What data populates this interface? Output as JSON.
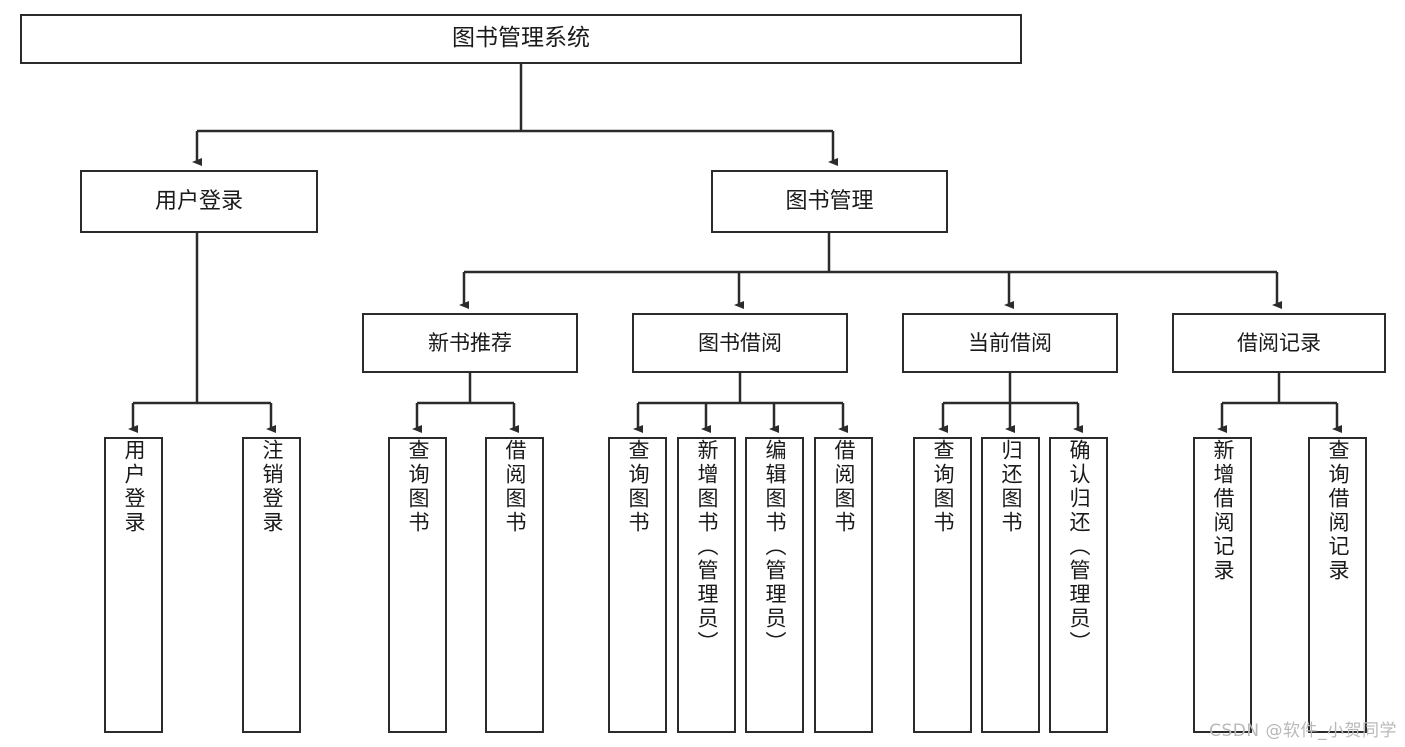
{
  "diagram": {
    "title": "图书管理系统",
    "type": "hierarchy-tree",
    "watermark": "CSDN @软件_小贺同学",
    "colors": {
      "box_border": "#2b2b2b",
      "box_fill": "#ffffff",
      "edge": "#2b2b2b",
      "text": "#1a1a1a",
      "watermark": "#b9b9b9"
    },
    "levels": {
      "level1_label": "图书管理系统",
      "level2": [
        "用户登录",
        "图书管理"
      ],
      "level3": [
        "新书推荐",
        "图书借阅",
        "当前借阅",
        "借阅记录"
      ]
    },
    "nodes": {
      "root": {
        "label": "图书管理系统"
      },
      "user_login": {
        "label": "用户登录"
      },
      "book_manage": {
        "label": "图书管理"
      },
      "new_book_rec": {
        "label": "新书推荐"
      },
      "book_borrow": {
        "label": "图书借阅"
      },
      "current_borrow": {
        "label": "当前借阅"
      },
      "borrow_record": {
        "label": "借阅记录"
      }
    },
    "leaves": {
      "user_login": [
        {
          "label": "用户登录"
        },
        {
          "label": "注销登录"
        }
      ],
      "new_book_rec": [
        {
          "label": "查询图书"
        },
        {
          "label": "借阅图书"
        }
      ],
      "book_borrow": [
        {
          "label": "查询图书"
        },
        {
          "label": "新增图书（管理员）"
        },
        {
          "label": "编辑图书（管理员）"
        },
        {
          "label": "借阅图书"
        }
      ],
      "current_borrow": [
        {
          "label": "查询图书"
        },
        {
          "label": "归还图书"
        },
        {
          "label": "确认归还（管理员）"
        }
      ],
      "borrow_record": [
        {
          "label": "新增借阅记录"
        },
        {
          "label": "查询借阅记录"
        }
      ]
    }
  }
}
